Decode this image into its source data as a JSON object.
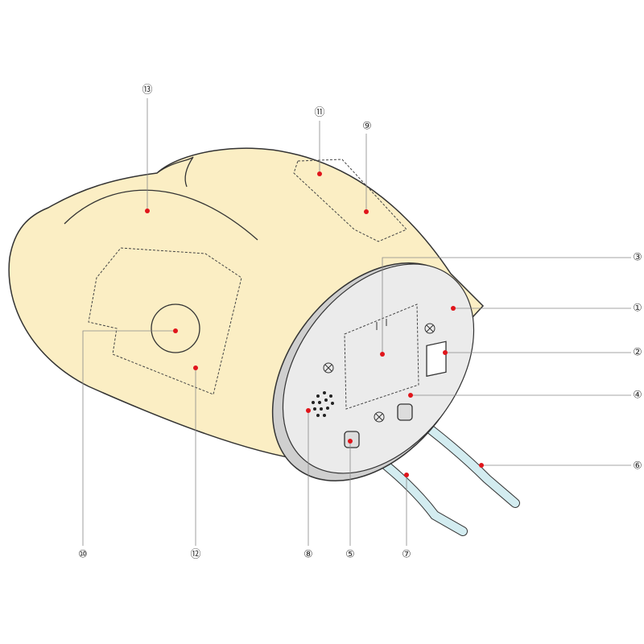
{
  "colors": {
    "body": "#fbeec4",
    "panel": "#ebebeb",
    "tube": "#d3ecf0",
    "callout_dot": "#e0151b",
    "outline": "#333333"
  },
  "callouts": [
    {
      "id": "c13",
      "label": "⑬"
    },
    {
      "id": "c11",
      "label": "⑪"
    },
    {
      "id": "c9",
      "label": "⑨"
    },
    {
      "id": "c3",
      "label": "③"
    },
    {
      "id": "c1",
      "label": "①"
    },
    {
      "id": "c2",
      "label": "②"
    },
    {
      "id": "c4",
      "label": "④"
    },
    {
      "id": "c6",
      "label": "⑥"
    },
    {
      "id": "c10",
      "label": "⑩"
    },
    {
      "id": "c12",
      "label": "⑫"
    },
    {
      "id": "c8",
      "label": "⑧"
    },
    {
      "id": "c5",
      "label": "⑤"
    },
    {
      "id": "c7",
      "label": "⑦"
    }
  ]
}
